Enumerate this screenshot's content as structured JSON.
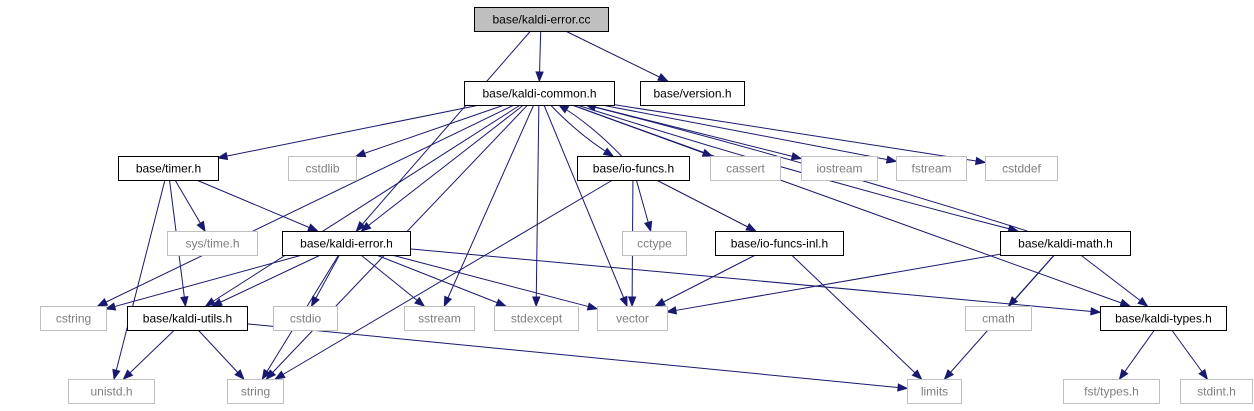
{
  "colors": {
    "edge": "#191970",
    "root_fill": "#bfbfbf",
    "documented_border": "#000000",
    "external_border": "#bfbfbf",
    "documented_text": "#000000",
    "external_text": "#7f7f7f"
  },
  "nodes": [
    {
      "id": "error_cc",
      "label": "base/kaldi-error.cc",
      "kind": "root"
    },
    {
      "id": "common",
      "label": "base/kaldi-common.h",
      "kind": "documented"
    },
    {
      "id": "version",
      "label": "base/version.h",
      "kind": "documented"
    },
    {
      "id": "timer",
      "label": "base/timer.h",
      "kind": "documented"
    },
    {
      "id": "cstdlib",
      "label": "cstdlib",
      "kind": "external"
    },
    {
      "id": "iofuncs",
      "label": "base/io-funcs.h",
      "kind": "documented"
    },
    {
      "id": "cassert",
      "label": "cassert",
      "kind": "external"
    },
    {
      "id": "iostream",
      "label": "iostream",
      "kind": "external"
    },
    {
      "id": "fstream",
      "label": "fstream",
      "kind": "external"
    },
    {
      "id": "cstddef",
      "label": "cstddef",
      "kind": "external"
    },
    {
      "id": "systime",
      "label": "sys/time.h",
      "kind": "external"
    },
    {
      "id": "error_h",
      "label": "base/kaldi-error.h",
      "kind": "documented"
    },
    {
      "id": "cctype",
      "label": "cctype",
      "kind": "external"
    },
    {
      "id": "iofuncsinl",
      "label": "base/io-funcs-inl.h",
      "kind": "documented"
    },
    {
      "id": "math",
      "label": "base/kaldi-math.h",
      "kind": "documented"
    },
    {
      "id": "cstring",
      "label": "cstring",
      "kind": "external"
    },
    {
      "id": "utils",
      "label": "base/kaldi-utils.h",
      "kind": "documented"
    },
    {
      "id": "cstdio",
      "label": "cstdio",
      "kind": "external"
    },
    {
      "id": "sstream",
      "label": "sstream",
      "kind": "external"
    },
    {
      "id": "stdexcept",
      "label": "stdexcept",
      "kind": "external"
    },
    {
      "id": "vector",
      "label": "vector",
      "kind": "external"
    },
    {
      "id": "cmath",
      "label": "cmath",
      "kind": "external"
    },
    {
      "id": "types",
      "label": "base/kaldi-types.h",
      "kind": "documented"
    },
    {
      "id": "unistd",
      "label": "unistd.h",
      "kind": "external"
    },
    {
      "id": "string",
      "label": "string",
      "kind": "external"
    },
    {
      "id": "limits",
      "label": "limits",
      "kind": "external"
    },
    {
      "id": "fsttypes",
      "label": "fst/types.h",
      "kind": "external"
    },
    {
      "id": "stdint",
      "label": "stdint.h",
      "kind": "external"
    }
  ],
  "edges": [
    [
      "error_cc",
      "common"
    ],
    [
      "error_cc",
      "version"
    ],
    [
      "error_cc",
      "error_h"
    ],
    [
      "common",
      "timer"
    ],
    [
      "common",
      "cstdlib"
    ],
    [
      "common",
      "iofuncs"
    ],
    [
      "common",
      "cassert"
    ],
    [
      "common",
      "iostream"
    ],
    [
      "common",
      "fstream"
    ],
    [
      "common",
      "cstddef"
    ],
    [
      "common",
      "error_h"
    ],
    [
      "common",
      "math"
    ],
    [
      "common",
      "cstring"
    ],
    [
      "common",
      "utils"
    ],
    [
      "common",
      "sstream"
    ],
    [
      "common",
      "stdexcept"
    ],
    [
      "common",
      "vector"
    ],
    [
      "common",
      "types"
    ],
    [
      "common",
      "string"
    ],
    [
      "iofuncs",
      "common"
    ],
    [
      "iofuncs",
      "cctype"
    ],
    [
      "iofuncs",
      "iofuncsinl"
    ],
    [
      "iofuncs",
      "vector"
    ],
    [
      "iofuncs",
      "string"
    ],
    [
      "timer",
      "systime"
    ],
    [
      "timer",
      "error_h"
    ],
    [
      "timer",
      "utils"
    ],
    [
      "timer",
      "unistd"
    ],
    [
      "math",
      "common"
    ],
    [
      "math",
      "vector"
    ],
    [
      "math",
      "cmath"
    ],
    [
      "math",
      "types"
    ],
    [
      "math",
      "limits"
    ],
    [
      "error_h",
      "cstring"
    ],
    [
      "error_h",
      "utils"
    ],
    [
      "error_h",
      "cstdio"
    ],
    [
      "error_h",
      "sstream"
    ],
    [
      "error_h",
      "stdexcept"
    ],
    [
      "error_h",
      "vector"
    ],
    [
      "error_h",
      "types"
    ],
    [
      "error_h",
      "string"
    ],
    [
      "iofuncsinl",
      "vector"
    ],
    [
      "iofuncsinl",
      "limits"
    ],
    [
      "utils",
      "unistd"
    ],
    [
      "utils",
      "string"
    ],
    [
      "utils",
      "limits"
    ],
    [
      "types",
      "fsttypes"
    ],
    [
      "types",
      "stdint"
    ]
  ]
}
